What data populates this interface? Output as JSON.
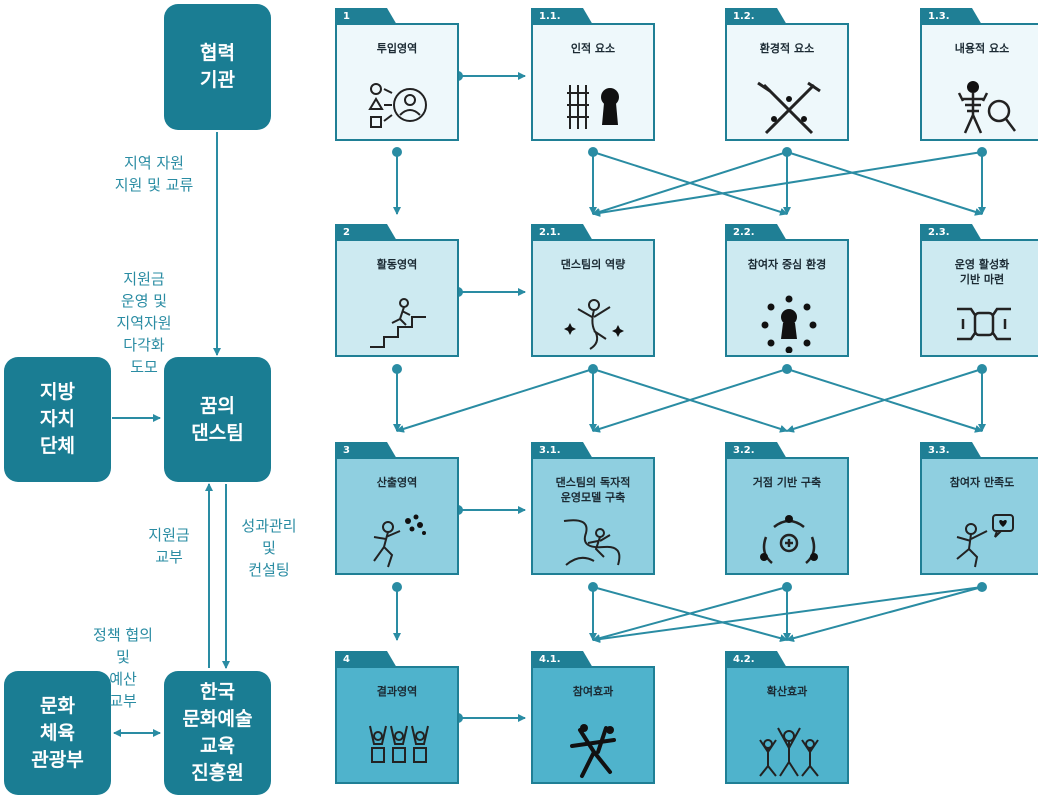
{
  "orgs": {
    "partner": "협력\n기관",
    "local_gov": "지방\n자치\n단체",
    "team": "꿈의\n댄스팀",
    "ministry": "문화\n체육\n관광부",
    "arte": "한국\n문화예술\n교육\n진흥원"
  },
  "edge_labels": {
    "partner_team": "지역 자원\n지원 및 교류",
    "local_team": "지원금\n운영 및\n지역자원\n다각화\n도모",
    "arte_team": "지원금\n교부",
    "team_arte": "성과관리\n및\n컨설팅",
    "ministry_arte": "정책 협의\n및\n예산\n교부"
  },
  "cards": {
    "c1": {
      "num": "1",
      "title": "투입영역",
      "icon": "input-shapes-person-icon"
    },
    "c1_1": {
      "num": "1.1.",
      "title": "인적 요소",
      "icon": "people-lock-icon"
    },
    "c1_2": {
      "num": "1.2.",
      "title": "환경적 요소",
      "icon": "crossed-tools-icon"
    },
    "c1_3": {
      "num": "1.3.",
      "title": "내용적 요소",
      "icon": "skeleton-magnifier-icon"
    },
    "c2": {
      "num": "2",
      "title": "활동영역",
      "icon": "stairs-climber-icon"
    },
    "c2_1": {
      "num": "2.1.",
      "title": "댄스팀의 역량",
      "icon": "dancer-sparkles-icon"
    },
    "c2_2": {
      "num": "2.2.",
      "title": "참여자 중심 환경",
      "icon": "people-circle-icon"
    },
    "c2_3": {
      "num": "2.3.",
      "title": "운영 활성화\n기반 마련",
      "icon": "hands-cycle-icon"
    },
    "c3": {
      "num": "3",
      "title": "산출영역",
      "icon": "runner-dots-icon"
    },
    "c3_1": {
      "num": "3.1.",
      "title": "댄스팀의 독자적\n운영모델 구축",
      "icon": "path-dancer-icon"
    },
    "c3_2": {
      "num": "3.2.",
      "title": "거점 기반 구축",
      "icon": "community-hub-icon"
    },
    "c3_3": {
      "num": "3.3.",
      "title": "참여자 만족도",
      "icon": "heart-bubble-dancer-icon"
    },
    "c4": {
      "num": "4",
      "title": "결과영역",
      "icon": "cheering-group-icon"
    },
    "c4_1": {
      "num": "4.1.",
      "title": "참여효과",
      "icon": "dancing-pair-icon"
    },
    "c4_2": {
      "num": "4.2.",
      "title": "확산효과",
      "icon": "celebrating-crowd-icon"
    }
  },
  "colors": {
    "org_fill": "#1a7d93",
    "arrow": "#2a8ca3",
    "card_border": "#1f7f95",
    "row1_fill": "#eef8fb",
    "row2_fill": "#cdeaf1",
    "row3_fill": "#8fcfe0",
    "row4_fill": "#4fb3cc"
  }
}
